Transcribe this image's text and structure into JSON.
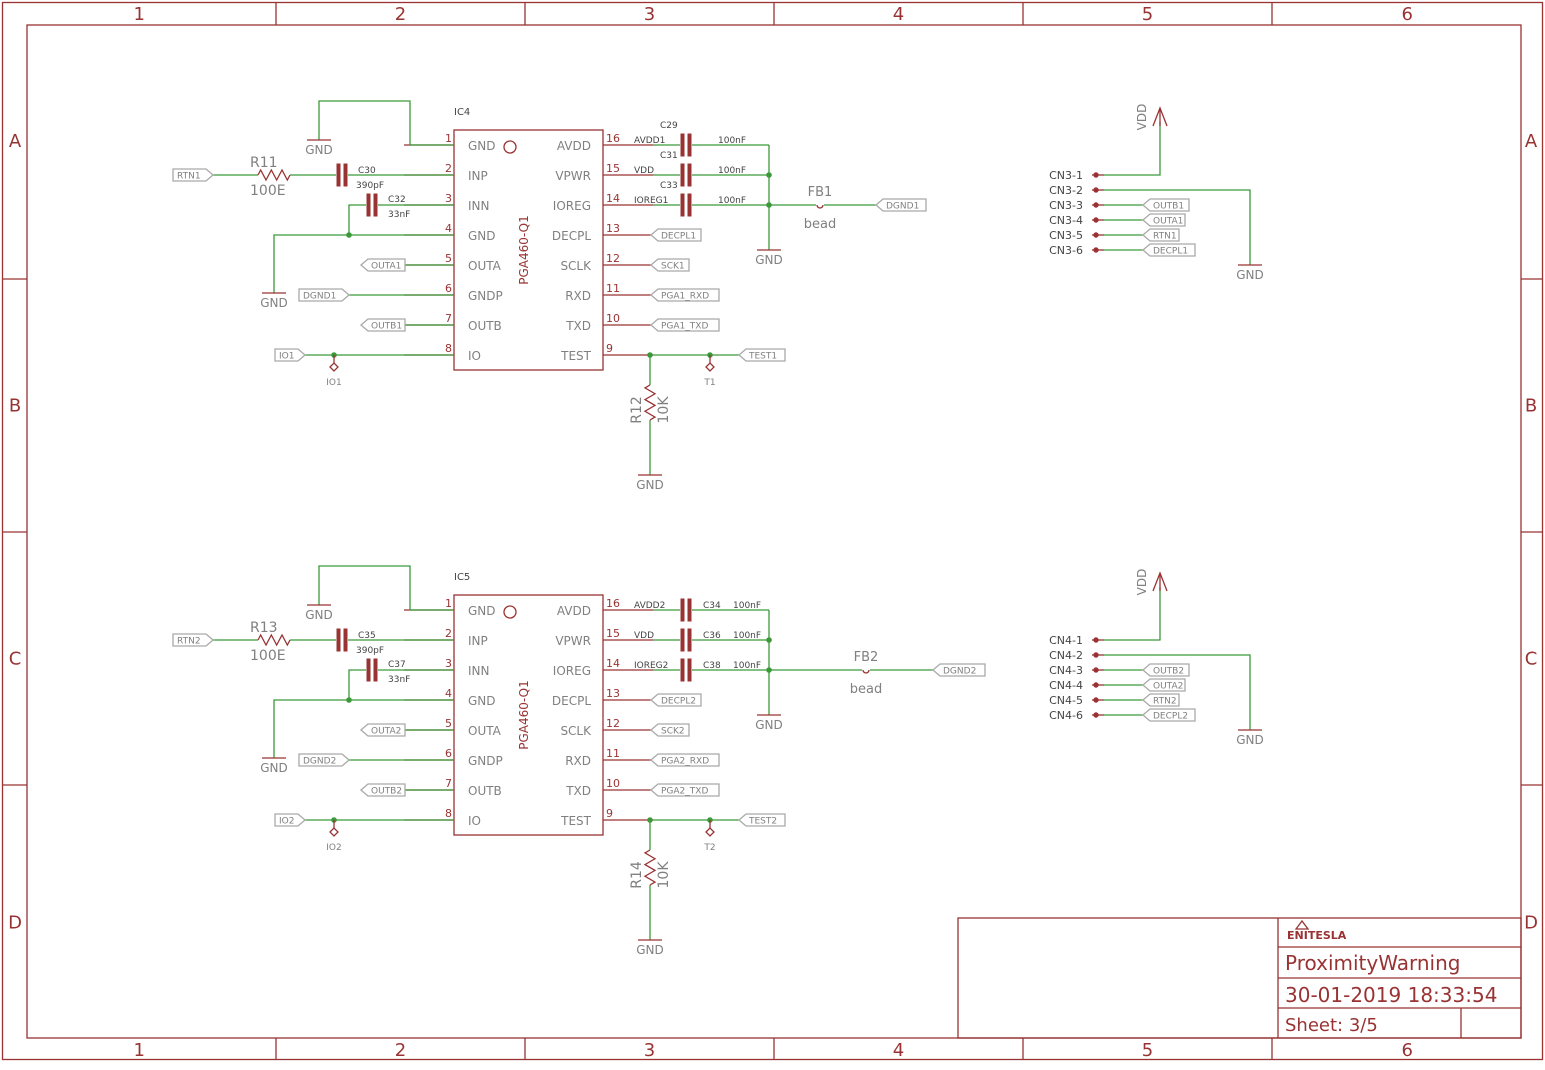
{
  "frame": {
    "columns": [
      "1",
      "2",
      "3",
      "4",
      "5",
      "6"
    ],
    "rows": [
      "A",
      "B",
      "C",
      "D"
    ]
  },
  "colors": {
    "symbol": "#993333",
    "wire": "#3a9a3a",
    "label_outline": "#a9a9a9",
    "text_gray": "#808080"
  },
  "title_block": {
    "logo": "ENITESLA",
    "project": "ProximityWarning",
    "datetime": "30-01-2019 18:33:54",
    "sheet": "Sheet: 3/5"
  },
  "circuits": [
    {
      "ic_name": "IC4",
      "ic_value": "PGA460-Q1",
      "left_pins": [
        {
          "num": "1",
          "name": "GND"
        },
        {
          "num": "2",
          "name": "INP"
        },
        {
          "num": "3",
          "name": "INN"
        },
        {
          "num": "4",
          "name": "GND"
        },
        {
          "num": "5",
          "name": "OUTA"
        },
        {
          "num": "6",
          "name": "GNDP"
        },
        {
          "num": "7",
          "name": "OUTB"
        },
        {
          "num": "8",
          "name": "IO"
        }
      ],
      "right_pins": [
        {
          "num": "16",
          "name": "AVDD"
        },
        {
          "num": "15",
          "name": "VPWR"
        },
        {
          "num": "14",
          "name": "IOREG"
        },
        {
          "num": "13",
          "name": "DECPL"
        },
        {
          "num": "12",
          "name": "SCLK"
        },
        {
          "num": "11",
          "name": "RXD"
        },
        {
          "num": "10",
          "name": "TXD"
        },
        {
          "num": "9",
          "name": "TEST"
        }
      ],
      "gnd": "GND",
      "r_in": {
        "name": "R11",
        "value": "100E"
      },
      "c_in": {
        "name": "C30",
        "value": "390pF"
      },
      "c_inn": {
        "name": "C32",
        "value": "33nF"
      },
      "caps_right": [
        {
          "name": "C29",
          "value": "100nF",
          "net": "AVDD1"
        },
        {
          "name": "C31",
          "value": "100nF",
          "net": "VDD"
        },
        {
          "name": "C33",
          "value": "100nF",
          "net": "IOREG1"
        }
      ],
      "fb": {
        "name": "FB1",
        "value": "bead"
      },
      "r_test": {
        "name": "R12",
        "value": "10K"
      },
      "tp_io": "IO1",
      "tp_test": "T1",
      "labels_left": {
        "rtn": "RTN1",
        "outa": "OUTA1",
        "dgnd": "DGND1",
        "outb": "OUTB1",
        "io": "IO1"
      },
      "labels_right": {
        "decpl": "DECPL1",
        "sck": "SCK1",
        "rxd": "PGA1_RXD",
        "txd": "PGA1_TXD",
        "test": "TEST1",
        "dgnd": "DGND1"
      },
      "connector": {
        "vdd": "VDD",
        "pins": [
          "CN3-1",
          "CN3-2",
          "CN3-3",
          "CN3-4",
          "CN3-5",
          "CN3-6"
        ],
        "labels": [
          "OUTB1",
          "OUTA1",
          "RTN1",
          "DECPL1"
        ]
      }
    },
    {
      "ic_name": "IC5",
      "ic_value": "PGA460-Q1",
      "left_pins": [
        {
          "num": "1",
          "name": "GND"
        },
        {
          "num": "2",
          "name": "INP"
        },
        {
          "num": "3",
          "name": "INN"
        },
        {
          "num": "4",
          "name": "GND"
        },
        {
          "num": "5",
          "name": "OUTA"
        },
        {
          "num": "6",
          "name": "GNDP"
        },
        {
          "num": "7",
          "name": "OUTB"
        },
        {
          "num": "8",
          "name": "IO"
        }
      ],
      "right_pins": [
        {
          "num": "16",
          "name": "AVDD"
        },
        {
          "num": "15",
          "name": "VPWR"
        },
        {
          "num": "14",
          "name": "IOREG"
        },
        {
          "num": "13",
          "name": "DECPL"
        },
        {
          "num": "12",
          "name": "SCLK"
        },
        {
          "num": "11",
          "name": "RXD"
        },
        {
          "num": "10",
          "name": "TXD"
        },
        {
          "num": "9",
          "name": "TEST"
        }
      ],
      "gnd": "GND",
      "r_in": {
        "name": "R13",
        "value": "100E"
      },
      "c_in": {
        "name": "C35",
        "value": "390pF"
      },
      "c_inn": {
        "name": "C37",
        "value": "33nF"
      },
      "caps_right": [
        {
          "name": "C34",
          "value": "100nF",
          "net": "AVDD2"
        },
        {
          "name": "C36",
          "value": "100nF",
          "net": "VDD"
        },
        {
          "name": "C38",
          "value": "100nF",
          "net": "IOREG2"
        }
      ],
      "fb": {
        "name": "FB2",
        "value": "bead"
      },
      "r_test": {
        "name": "R14",
        "value": "10K"
      },
      "tp_io": "IO2",
      "tp_test": "T2",
      "labels_left": {
        "rtn": "RTN2",
        "outa": "OUTA2",
        "dgnd": "DGND2",
        "outb": "OUTB2",
        "io": "IO2"
      },
      "labels_right": {
        "decpl": "DECPL2",
        "sck": "SCK2",
        "rxd": "PGA2_RXD",
        "txd": "PGA2_TXD",
        "test": "TEST2",
        "dgnd": "DGND2"
      },
      "connector": {
        "vdd": "VDD",
        "pins": [
          "CN4-1",
          "CN4-2",
          "CN4-3",
          "CN4-4",
          "CN4-5",
          "CN4-6"
        ],
        "labels": [
          "OUTB2",
          "OUTA2",
          "RTN2",
          "DECPL2"
        ]
      }
    }
  ]
}
